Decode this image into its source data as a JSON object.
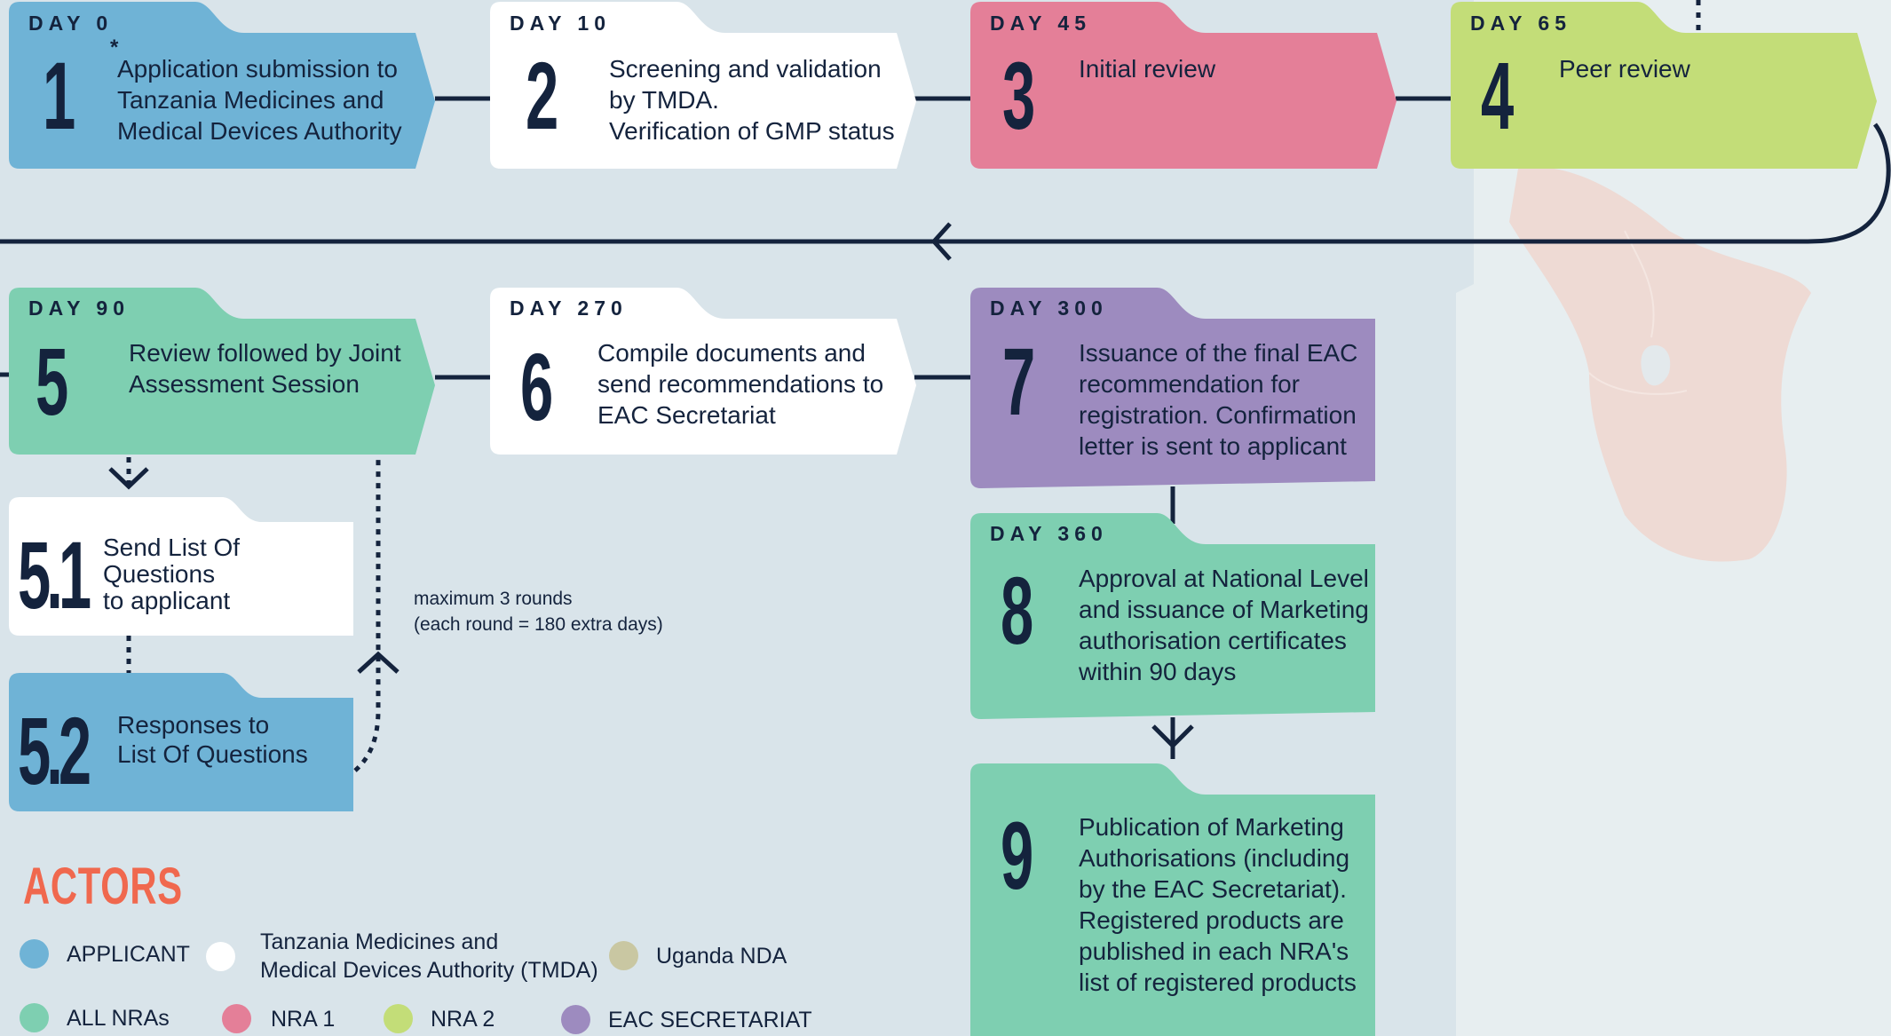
{
  "steps": {
    "s1": {
      "day": "DAY 0",
      "number": "1",
      "text": "Application submission to\nTanzania Medicines and\nMedical Devices Authority"
    },
    "s2": {
      "day": "DAY 10",
      "number": "2",
      "text": "Screening and validation\nby TMDA.\nVerification of GMP status"
    },
    "s3": {
      "day": "DAY 45",
      "number": "3",
      "text": "Initial review"
    },
    "s4": {
      "day": "DAY 65",
      "number": "4",
      "text": "Peer review"
    },
    "s5": {
      "day": "DAY 90",
      "number": "5",
      "text": "Review followed by Joint\nAssessment Session"
    },
    "s6": {
      "day": "DAY 270",
      "number": "6",
      "text": "Compile documents and\nsend recommendations to\nEAC Secretariat"
    },
    "s7": {
      "day": "DAY 300",
      "number": "7",
      "text": "Issuance of the final EAC\nrecommendation for\nregistration. Confirmation\nletter is sent to applicant"
    },
    "s8": {
      "day": "DAY 360",
      "number": "8",
      "text": "Approval at National Level\nand issuance of Marketing\nauthorisation certificates\nwithin 90 days"
    },
    "s9": {
      "number": "9",
      "text": "Publication of Marketing\nAuthorisations (including\nby the EAC Secretariat).\nRegistered products are\npublished in each NRA's\nlist of registered products"
    },
    "s51": {
      "number": "5.1",
      "text": "Send List Of Questions\nto applicant"
    },
    "s52": {
      "number": "5.2",
      "text": "Responses to\nList Of Questions"
    }
  },
  "asterisk": "*",
  "loop_note": "maximum 3 rounds\n(each round = 180 extra days)",
  "actors": {
    "title": "ACTORS",
    "items": [
      {
        "label": "APPLICANT",
        "color": "#6fb3d6"
      },
      {
        "label": "Tanzania Medicines and\nMedical Devices Authority (TMDA)",
        "color": "#ffffff"
      },
      {
        "label": "Uganda NDA",
        "color": "#c9c7a2"
      },
      {
        "label": "ALL NRAs",
        "color": "#7ecfb1"
      },
      {
        "label": "NRA 1",
        "color": "#e47f98"
      },
      {
        "label": "NRA 2",
        "color": "#c3dd78"
      },
      {
        "label": "EAC SECRETARIAT",
        "color": "#9d8bbf"
      }
    ]
  },
  "colors": {
    "applicant": "#6fb3d6",
    "tmda": "#ffffff",
    "nra1": "#e47f98",
    "nra2": "#c3dd78",
    "all_nras": "#7ecfb1",
    "eac": "#9d8bbf",
    "line": "#14233d",
    "accent": "#f0684e"
  }
}
